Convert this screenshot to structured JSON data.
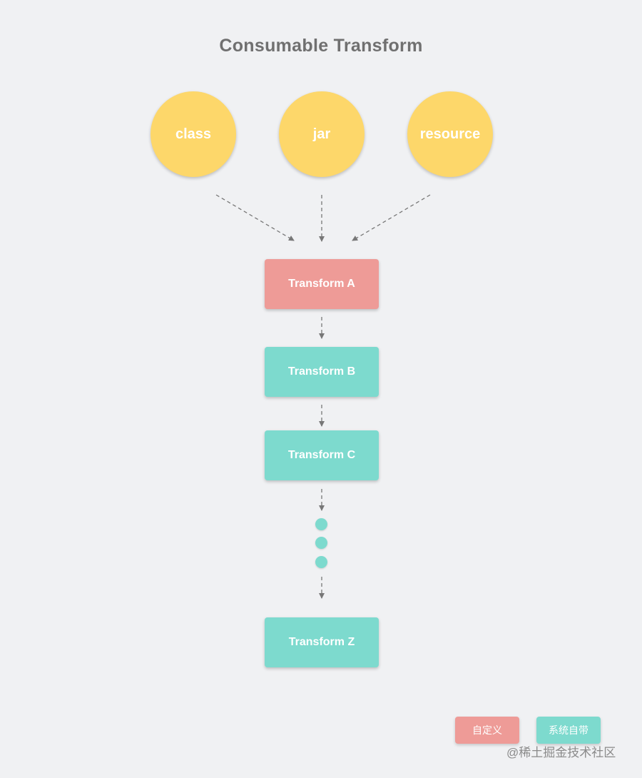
{
  "title": "Consumable Transform",
  "inputs": [
    {
      "label": "class"
    },
    {
      "label": "jar"
    },
    {
      "label": "resource"
    }
  ],
  "transforms": [
    {
      "label": "Transform A",
      "kind": "custom"
    },
    {
      "label": "Transform B",
      "kind": "system"
    },
    {
      "label": "Transform C",
      "kind": "system"
    },
    {
      "label": "Transform Z",
      "kind": "system"
    }
  ],
  "legend": {
    "custom_label": "自定义",
    "system_label": "系统自带"
  },
  "watermark": "@稀土掘金技术社区",
  "colors": {
    "background": "#f0f1f3",
    "input": "#fdd76a",
    "custom": "#ee9b97",
    "system": "#7ddace",
    "arrow": "#777777",
    "title": "#707070"
  }
}
